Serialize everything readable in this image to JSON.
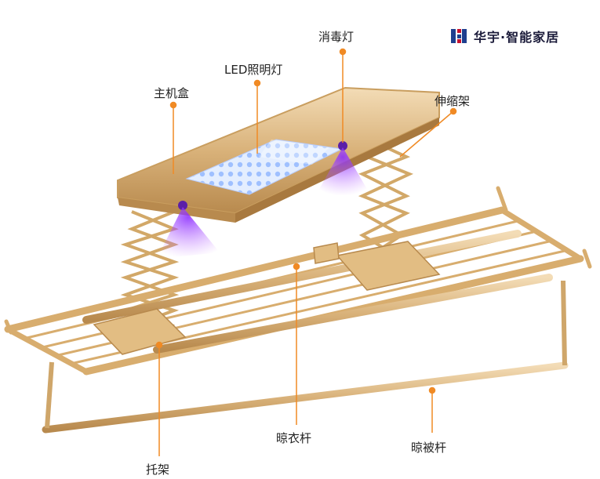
{
  "brand": {
    "name": "华宇·智能家居",
    "logo_colors": [
      "#c8102e",
      "#1f3f8f"
    ]
  },
  "labels": {
    "sterilize_lamp": "消毒灯",
    "led_lamp": "LED照明灯",
    "main_box": "主机盒",
    "telescopic_frame": "伸缩架",
    "bracket": "托架",
    "clothes_rod": "晾衣杆",
    "quilt_rod": "晾被杆"
  },
  "colors": {
    "gold": "#d9b27a",
    "gold_dark": "#b88a4e",
    "led": "#cfe0ff",
    "uv": "#a45cff",
    "leader": "#f08a24"
  }
}
